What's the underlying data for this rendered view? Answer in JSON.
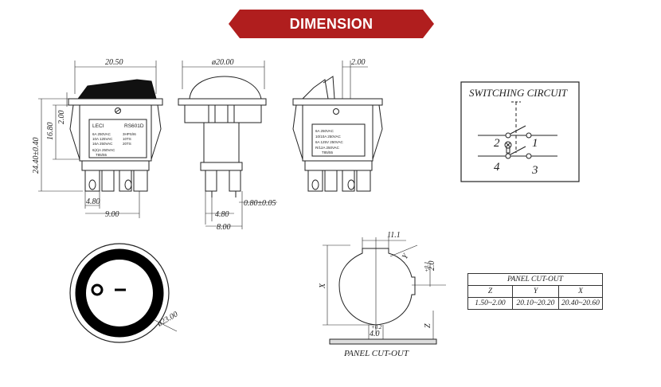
{
  "banner": {
    "title": "DIMENSION",
    "color": "#b01e1e"
  },
  "front_view": {
    "width_dim": "20.50",
    "height_dim_outer": "24.40±0.40",
    "height_dim_inner": "16.80",
    "step_dim": "2.00",
    "terminal_pitch": "4.80",
    "terminal_span": "9.00",
    "label_brand": "LECI",
    "label_model": "RS601D",
    "label_rating_left": [
      "6A 250VAC",
      "10A 125VAC",
      "16A 250VAC"
    ],
    "label_rating_right": [
      "3HPS/I6",
      "10TS",
      "20TS"
    ],
    "label_bottom": [
      "6(4)A 250VAC",
      "T85/55"
    ]
  },
  "side_view": {
    "diameter_dim": "ø20.00",
    "terminal_thickness": "0.80±0.05",
    "terminal_pitch": "4.80",
    "terminal_span": "8.00"
  },
  "right_view": {
    "panel_thickness": "2.00",
    "label_lines": [
      "6A 250VAC",
      "10/10A 250VAC",
      "6A 125V 250VAC",
      "R/12A 250VAC",
      "T85/55"
    ]
  },
  "switching_circuit": {
    "title": "SWITCHING CIRCUIT",
    "terminals": [
      "2",
      "1",
      "4",
      "3"
    ]
  },
  "top_view": {
    "diameter_dim": "ø23.00",
    "on_symbol": "O",
    "off_symbol": "–"
  },
  "panel_cutout_drawing": {
    "dim_top": "11.1",
    "dim_y": "Y",
    "dim_x": "X",
    "dim_z": "Z",
    "tol_right": "+0.1",
    "tol_right_value": "2.0",
    "tol_bottom": "+0.2",
    "tol_bottom_value": "4.0",
    "caption": "PANEL CUT-OUT"
  },
  "panel_cutout_table": {
    "title": "PANEL CUT-OUT",
    "headers": [
      "Z",
      "Y",
      "X"
    ],
    "values": [
      "1.50~2.00",
      "20.10~20.20",
      "20.40~20.60"
    ]
  }
}
